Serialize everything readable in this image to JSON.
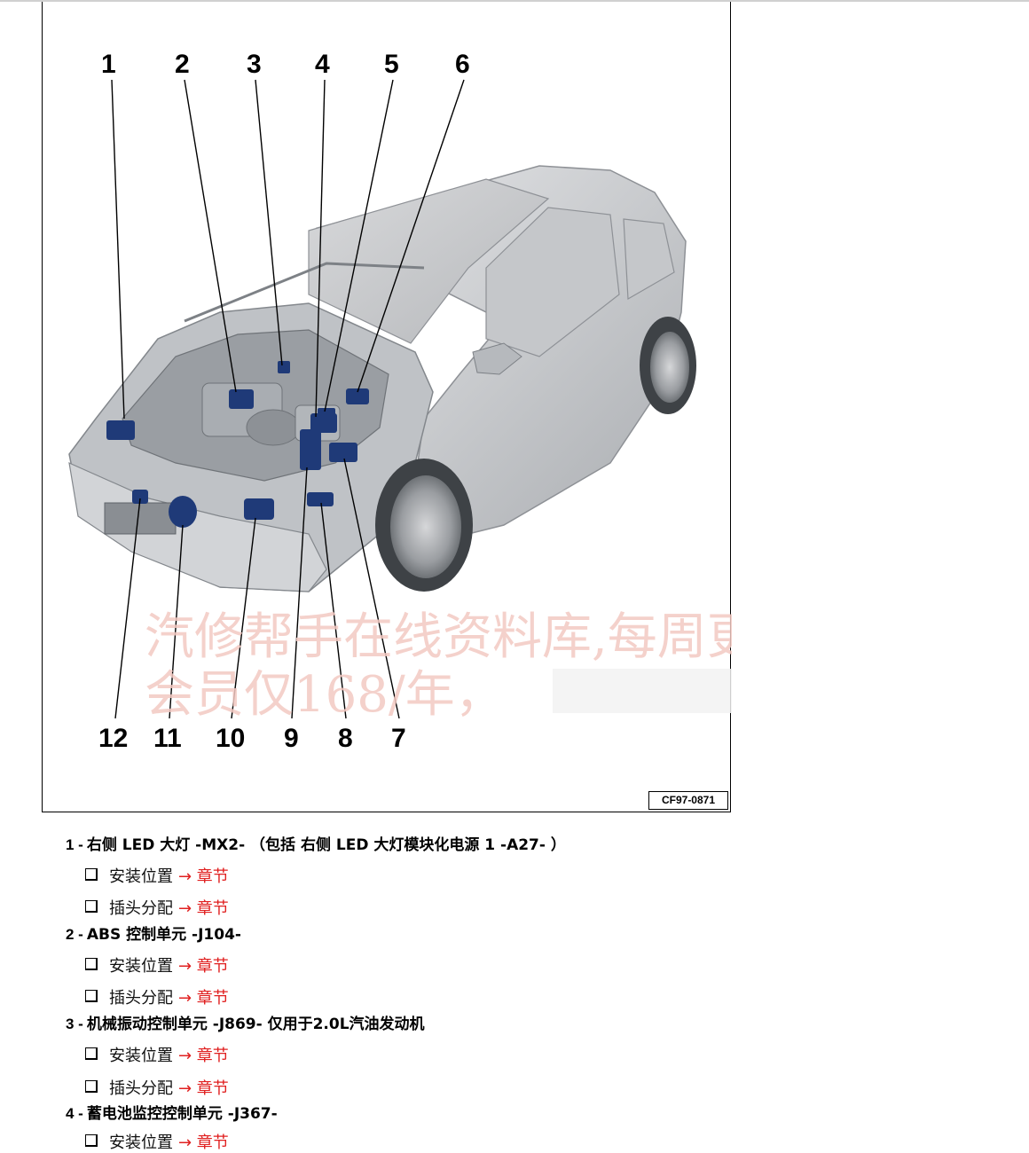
{
  "figure": {
    "id_label": "CF97-0871",
    "callouts_top": [
      "1",
      "2",
      "3",
      "4",
      "5",
      "6"
    ],
    "callouts_bottom": [
      "12",
      "11",
      "10",
      "9",
      "8",
      "7"
    ],
    "watermark_line1": "汽修帮手在线资料库,每周更新",
    "watermark_line2": "会员仅168/年，"
  },
  "entries": [
    {
      "num": "1 -",
      "title": "右侧 LED 大灯 -MX2- （包括 右侧 LED 大灯模块化电源 1 -A27- ）",
      "items": [
        {
          "label": "安装位置",
          "link": "→ 章节"
        },
        {
          "label": "插头分配",
          "link": "→ 章节"
        }
      ]
    },
    {
      "num": "2 -",
      "title": "ABS 控制单元 -J104-",
      "items": [
        {
          "label": "安装位置",
          "link": "→ 章节"
        },
        {
          "label": "插头分配",
          "link": "→ 章节"
        }
      ]
    },
    {
      "num": "3 -",
      "title": "机械振动控制单元 -J869- 仅用于2.0L汽油发动机",
      "items": [
        {
          "label": "安装位置",
          "link": "→ 章节"
        },
        {
          "label": "插头分配",
          "link": "→ 章节"
        }
      ]
    },
    {
      "num": "4 -",
      "title": "蓄电池监控控制单元 -J367-",
      "items": [
        {
          "label": "安装位置",
          "link": "→ 章节"
        }
      ]
    }
  ],
  "colors": {
    "link": "#e02020",
    "component": "#1f3a78",
    "body": "#c9ccd0",
    "watermark": "#f3c9c2"
  }
}
